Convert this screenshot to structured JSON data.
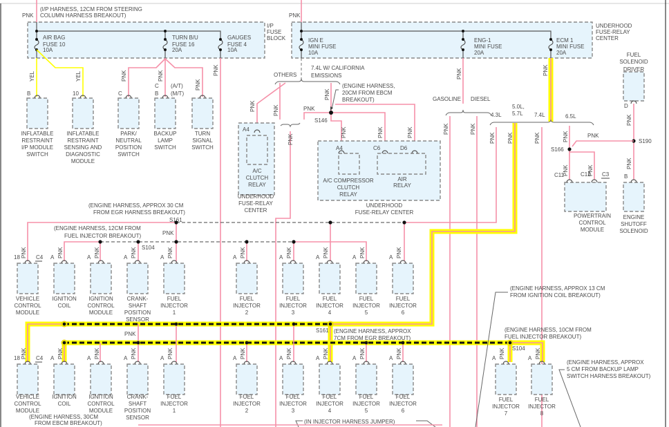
{
  "wire_colors": {
    "pink": "PNK",
    "yellow": "YEL",
    "pink_hex": "#f590a8",
    "yellow_hex": "#ffff00",
    "highlight_hex": "#ffff00"
  },
  "ip_fuse_block": {
    "label": [
      "I/P",
      "FUSE",
      "BLOCK"
    ],
    "feed_note": [
      "(I/P HARNESS, 12CM FROM STEERING",
      "COLUMN HARNESS BREAKOUT)"
    ],
    "fuses": [
      {
        "name": "AIR BAG",
        "fuse": "FUSE 10",
        "rating": "10A"
      },
      {
        "name": "TURN B/U",
        "fuse": "FUSE 16",
        "rating": "20A"
      },
      {
        "name": "GAUGES",
        "fuse": "FUSE 4",
        "rating": "10A"
      }
    ]
  },
  "underhood_fuse_block": {
    "label": [
      "UNDERHOOD",
      "FUSE-RELAY",
      "CENTER"
    ],
    "fuses": [
      {
        "name": "IGN E",
        "fuse": "MINI FUSE",
        "rating": "10A"
      },
      {
        "name": "ENG-1",
        "fuse": "MINI FUSE",
        "rating": "20A"
      },
      {
        "name": "ECM 1",
        "fuse": "MINI FUSE",
        "rating": "20A"
      }
    ]
  },
  "components_top": [
    {
      "pin": [
        "B"
      ],
      "label": [
        "INFLATABLE",
        "RESTRAINT",
        "I/P MODULE",
        "SWITCH"
      ]
    },
    {
      "pin": [
        "10"
      ],
      "label": [
        "INFLATABLE",
        "RESTRAINT",
        "SENSING AND",
        "DIAGNOSTIC",
        "MODULE"
      ]
    },
    {
      "pin": [
        "C"
      ],
      "label": [
        "PARK/",
        "NEUTRAL",
        "POSITION",
        "SWITCH"
      ]
    },
    {
      "pin": [
        "C",
        "B"
      ],
      "note": [
        "(A/T)",
        "(M/T)"
      ],
      "label": [
        "BACKUP",
        "LAMP",
        "SWITCH"
      ]
    },
    {
      "pin": [
        ""
      ],
      "label": [
        "TURN",
        "SIGNAL",
        "SWITCH"
      ]
    }
  ],
  "branches": {
    "others": "OTHERS",
    "california": [
      "7.4L W/ CALIFORNIA",
      "EMISSIONS"
    ],
    "gasoline": "GASOLINE",
    "diesel": "DIESEL",
    "engines": {
      "v6": "4.3L",
      "v8": [
        "5.0L,",
        "5.7L"
      ],
      "big": "7.4L",
      "diesel": "6.5L"
    }
  },
  "ac_relay": {
    "pin": "A4",
    "label": [
      "A/C",
      "CLUTCH",
      "RELAY"
    ],
    "location": [
      "UNDERHOOD",
      "FUSE-RELAY",
      "CENTER"
    ]
  },
  "relay_center": {
    "splice": "S146",
    "note": [
      "(ENGINE HARNESS,",
      "20CM FROM EBCM",
      "BREAKOUT)"
    ],
    "compressor": {
      "pin": "A4",
      "label": [
        "A/C COMPRESSOR",
        "CLUTCH",
        "RELAY"
      ]
    },
    "air_relay": {
      "pins": [
        "C6",
        "D6"
      ],
      "label": [
        "AIR",
        "RELAY"
      ]
    },
    "location": [
      "UNDERHOOD",
      "FUSE-RELAY CENTER"
    ]
  },
  "fuel_solenoid_driver": {
    "label": [
      "FUEL",
      "SOLENOID",
      "DRIVER"
    ],
    "pin": "D"
  },
  "engine_shutoff_solenoid": {
    "label": [
      "ENGINE",
      "SHUTOFF",
      "SOLENOID"
    ],
    "pin": "B"
  },
  "pcm": {
    "label": [
      "POWERTRAIN",
      "CONTROL",
      "MODULE"
    ],
    "pins": [
      "C11",
      "C12",
      "C3"
    ]
  },
  "splices": {
    "s166": "S166",
    "s190": "S190",
    "s161": "S161",
    "s104": "S104"
  },
  "notes": {
    "s161_upper": [
      "(ENGINE HARNESS, APPROX 30 CM",
      "FROM EGR HARNESS BREAKOUT)"
    ],
    "s104_upper": [
      "(ENGINE HARNESS, 12CM FROM",
      "FUEL INJECTOR BREAKOUT)"
    ],
    "s161_lower": [
      "(ENGINE HARNESS, APPROX",
      "7CM FROM EGR BREAKOUT)"
    ],
    "ign_coil": [
      "(ENGINE HARNESS, APPROX 13 CM",
      "FROM IGNITION COIL BREAKOUT)"
    ],
    "s104_lower": [
      "(ENGINE HARNESS, 10CM FROM",
      "FUEL INJECTOR BREAKOUT)"
    ],
    "backup": [
      "(ENGINE HARNESS, APPROX",
      "5 CM FROM BACKUP LAMP",
      "SWITCH HARNESS BREAKOUT)"
    ],
    "vcm_bottom": [
      "(ENGINE HARNESS, 30CM",
      "FROM EBCM BREAKOUT)"
    ],
    "jumper": "(IN INJECTOR HARNESS JUMPER)"
  },
  "engine_components": [
    {
      "pin": "18",
      "connector": "C4",
      "label": [
        "VEHICLE",
        "CONTROL",
        "MODULE"
      ]
    },
    {
      "pin": "A",
      "label": [
        "IGNITION",
        "COIL"
      ]
    },
    {
      "pin": "A",
      "label": [
        "IGNITION",
        "CONTROL",
        "MODULE"
      ]
    },
    {
      "pin": "A",
      "label": [
        "CRANK-",
        "SHAFT",
        "POSITION",
        "SENSOR"
      ]
    },
    {
      "pin": "A",
      "label": [
        "FUEL",
        "INJECTOR",
        "1"
      ]
    },
    {
      "pin": "A",
      "label": [
        "FUEL",
        "INJECTOR",
        "2"
      ]
    },
    {
      "pin": "A",
      "label": [
        "FUEL",
        "INJECTOR",
        "3"
      ]
    },
    {
      "pin": "A",
      "label": [
        "FUEL",
        "INJECTOR",
        "4"
      ]
    },
    {
      "pin": "A",
      "label": [
        "FUEL",
        "INJECTOR",
        "5"
      ]
    },
    {
      "pin": "A",
      "label": [
        "FUEL",
        "INJECTOR",
        "6"
      ]
    }
  ],
  "extra_injectors": [
    {
      "pin": "A",
      "label": [
        "FUEL",
        "INJECTOR",
        "7"
      ]
    },
    {
      "pin": "A",
      "label": [
        "FUEL",
        "INJECTOR",
        "8"
      ]
    }
  ]
}
